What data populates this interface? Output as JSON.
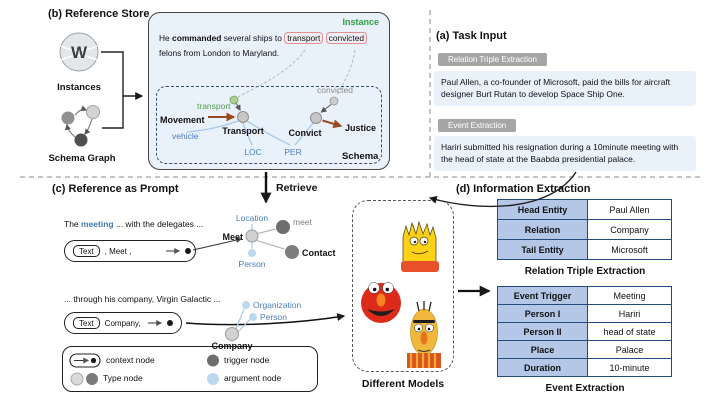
{
  "figure": {
    "b": {
      "title": "(b) Reference Store",
      "instances_label": "Instances",
      "schema_graph_label": "Schema Graph"
    },
    "instance": {
      "tag": "Instance",
      "schema_tag": "Schema",
      "sent": [
        "He ",
        "commanded",
        " several ships to ",
        "transport",
        "convicted",
        " felons from London to Maryland."
      ],
      "graph": {
        "transport_mention": "transport",
        "transport_type": "Transport",
        "movement": "Movement",
        "vehicle": "vehicle",
        "loc": "LOC",
        "per": "PER",
        "convict_type": "Convict",
        "convicted_mention": "convicted",
        "justice": "Justice"
      }
    },
    "a": {
      "title": "(a) Task Input",
      "relation_badge": "Relation Triple Extraction",
      "relation_text": "Paul Allen, a co-founder of Microsoft, paid the bills for aircraft designer Burt Rutan to develop Space Ship One.",
      "event_badge": "Event Extraction",
      "event_text": "Hariri submitted his resignation during a 10minute meeting with the head of state at the Baabda presidential palace."
    },
    "retrieve_label": "Retrieve",
    "c": {
      "title": "(c) Reference as Prompt",
      "ex1": {
        "sent": [
          "The ",
          "meeting",
          " ... with the delegates ..."
        ],
        "chip": "Text",
        "suffix": ", Meet ,",
        "nodes": {
          "location": "Location",
          "meet_type": "Meet",
          "meet_trigger": "meet",
          "contact": "Contact",
          "person": "Person"
        }
      },
      "ex2": {
        "sent": "... through his company, Virgin Galactic ...",
        "chip": "Text",
        "suffix": "Company,",
        "nodes": {
          "organization": "Organization",
          "person": "Person",
          "company": "Company"
        }
      },
      "legend": {
        "context": "context  node",
        "trigger": "trigger node",
        "type": "Type node",
        "argument": "argument node"
      }
    },
    "models_label": "Different Models",
    "d": {
      "title": "(d) Information Extraction",
      "relation_table": {
        "rows": [
          [
            "Head Entity",
            "Paul Allen"
          ],
          [
            "Relation",
            "Company"
          ],
          [
            "Tail Entity",
            "Microsoft"
          ]
        ],
        "caption": "Relation Triple Extraction"
      },
      "event_table": {
        "rows": [
          [
            "Event  Trigger",
            "Meeting"
          ],
          [
            "Person I",
            "Hariri"
          ],
          [
            "Person II",
            "head of state"
          ],
          [
            "Place",
            "Palace"
          ],
          [
            "Duration",
            "10-minute"
          ]
        ],
        "caption": "Event Extraction"
      }
    }
  },
  "icons": {
    "wiki_w": "W"
  },
  "colors": {
    "panel_blue": "#e9f1fb",
    "badge_gray": "#a6a6a6",
    "instance_green": "#2f9e44",
    "label_blue": "#4a7ebb",
    "relation_brown": "#9c4a21",
    "mention_green": "#a9d18e",
    "argument_blue": "#bdd7ee",
    "trigger_gray": "#6e6e6e",
    "table_header_blue": "#b4c7e7",
    "table_border_navy": "#24497c"
  }
}
